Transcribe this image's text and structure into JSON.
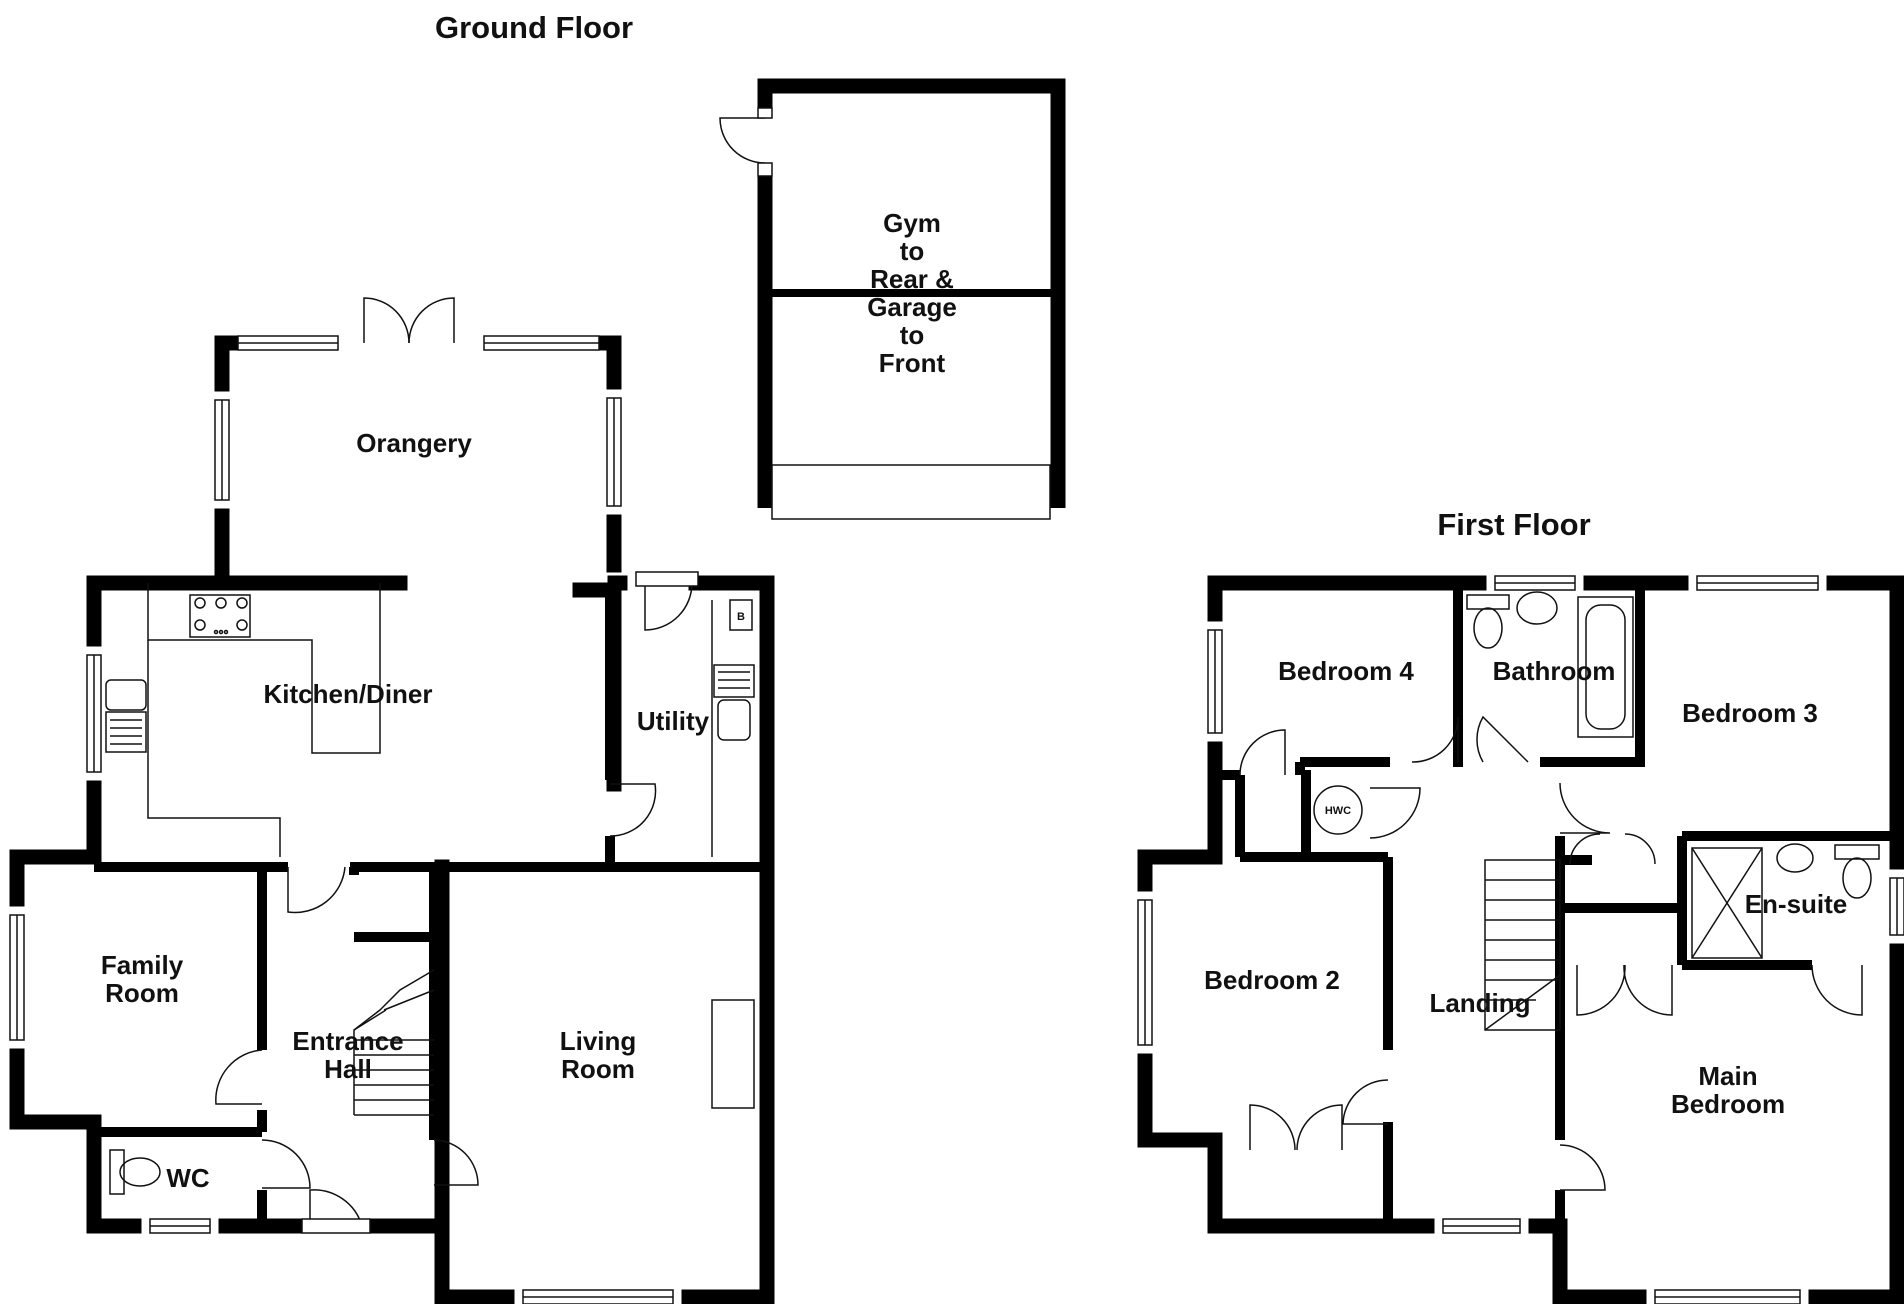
{
  "floors": {
    "ground": {
      "title": "Ground Floor",
      "rooms": {
        "orangery": "Orangery",
        "kitchen_diner": "Kitchen/Diner",
        "utility": "Utility",
        "boiler_marker": "B",
        "family_room": [
          "Family",
          "Room"
        ],
        "entrance_hall": [
          "Entrance",
          "Hall"
        ],
        "living_room": [
          "Living",
          "Room"
        ],
        "wc": "WC",
        "gym_garage": [
          "Gym",
          "to",
          "Rear &",
          "Garage",
          "to",
          "Front"
        ]
      }
    },
    "first": {
      "title": "First Floor",
      "rooms": {
        "bedroom_4": "Bedroom 4",
        "bathroom": "Bathroom",
        "bedroom_3": "Bedroom 3",
        "hwc": "HWC",
        "en_suite": "En-suite",
        "bedroom_2": "Bedroom 2",
        "landing": "Landing",
        "main_bedroom": [
          "Main",
          "Bedroom"
        ]
      }
    }
  },
  "colors": {
    "wall": "#000000",
    "line": "#111111",
    "background": "#ffffff"
  }
}
